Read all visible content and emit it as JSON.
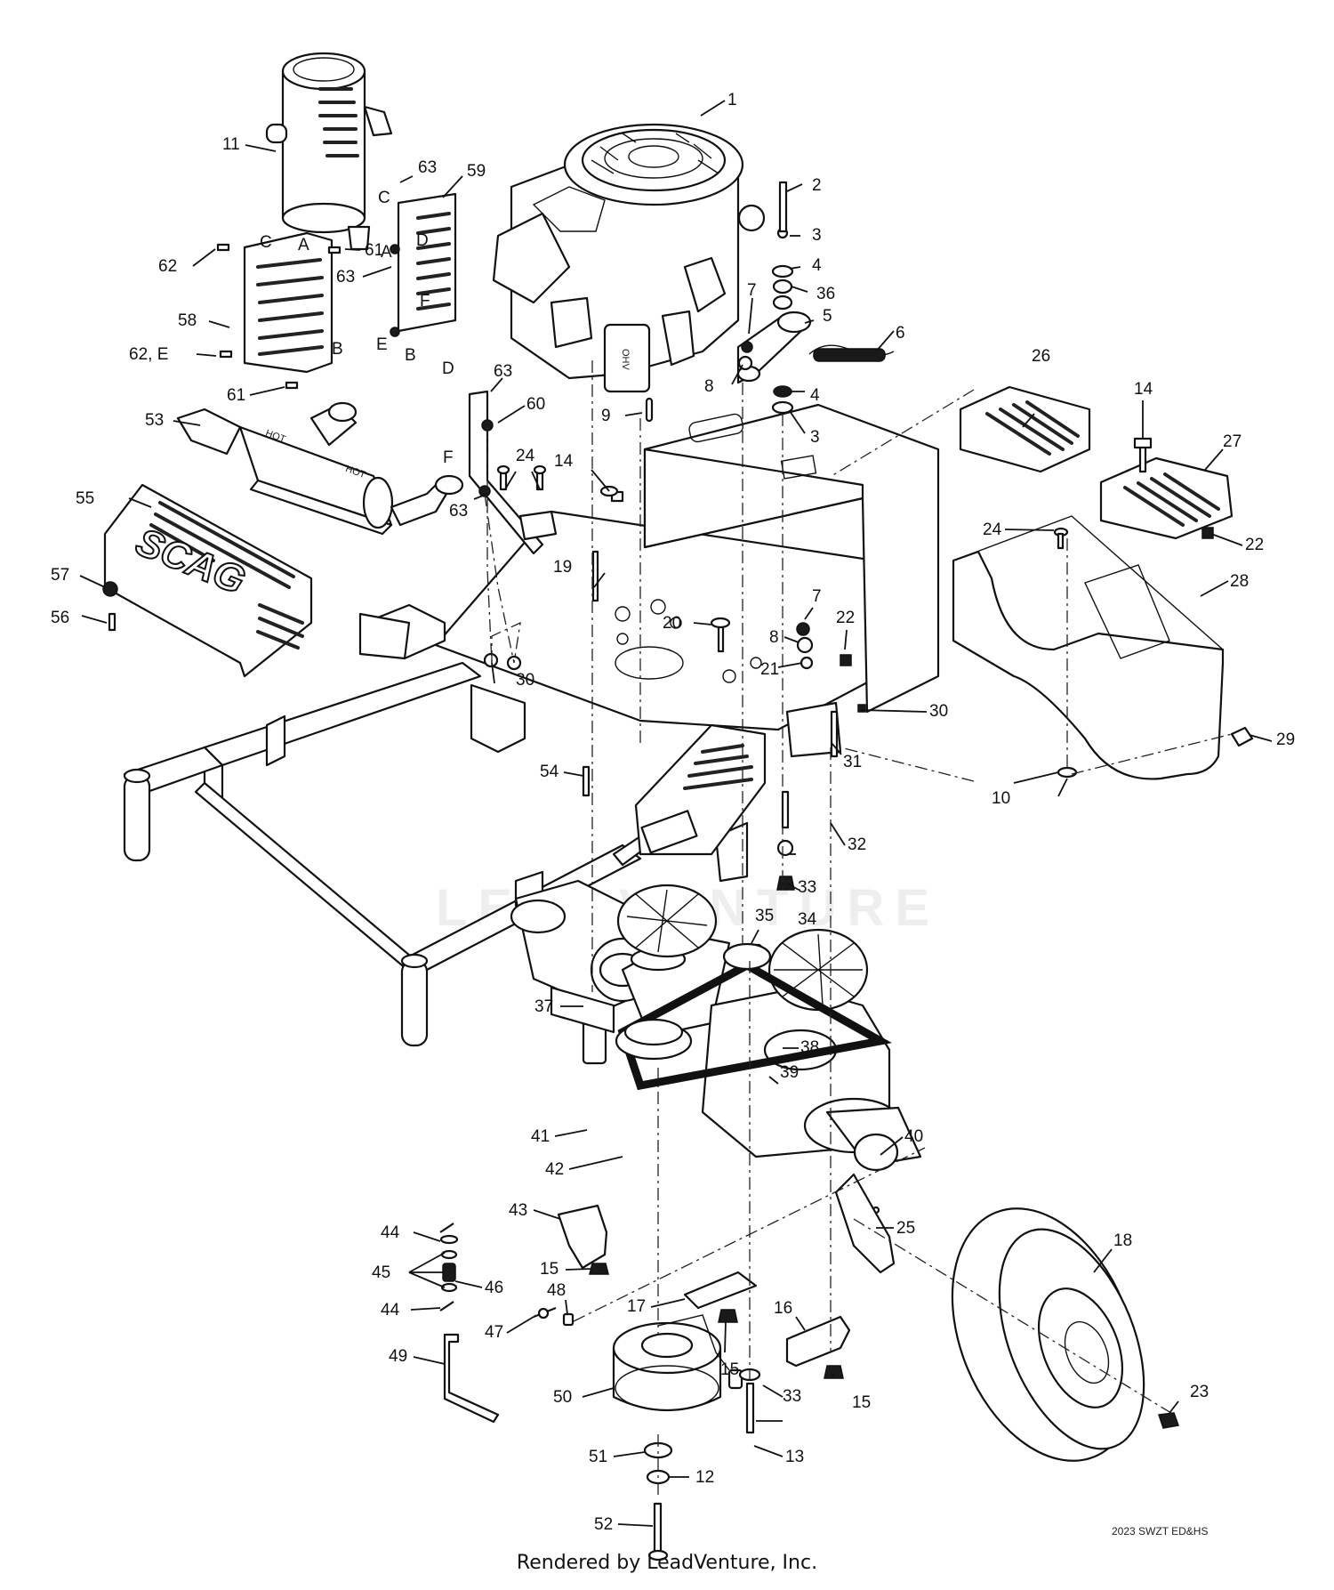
{
  "drawing_code": "2023 SWZT ED&HS",
  "footer_text": "Rendered by LeadVenture, Inc.",
  "watermark_text": "LEADVENTURE",
  "brand_mark": "SCAG",
  "hot_label": "HOT",
  "engine_label": "OHV",
  "callouts": [
    {
      "id": "c1",
      "label": "1"
    },
    {
      "id": "c2",
      "label": "2"
    },
    {
      "id": "c3a",
      "label": "3"
    },
    {
      "id": "c4a",
      "label": "4"
    },
    {
      "id": "c36",
      "label": "36"
    },
    {
      "id": "c5",
      "label": "5"
    },
    {
      "id": "c6",
      "label": "6"
    },
    {
      "id": "c7a",
      "label": "7"
    },
    {
      "id": "c8a",
      "label": "8"
    },
    {
      "id": "c4b",
      "label": "4"
    },
    {
      "id": "c3b",
      "label": "3"
    },
    {
      "id": "c9",
      "label": "9"
    },
    {
      "id": "c11",
      "label": "11"
    },
    {
      "id": "c63a",
      "label": "63"
    },
    {
      "id": "c59",
      "label": "59"
    },
    {
      "id": "c62a",
      "label": "62"
    },
    {
      "id": "c61a",
      "label": "61"
    },
    {
      "id": "c58",
      "label": "58"
    },
    {
      "id": "c63b",
      "label": "63"
    },
    {
      "id": "c62e",
      "label": "62, E"
    },
    {
      "id": "c61b",
      "label": "61"
    },
    {
      "id": "c53",
      "label": "53"
    },
    {
      "id": "c63c",
      "label": "63"
    },
    {
      "id": "c60",
      "label": "60"
    },
    {
      "id": "c24a",
      "label": "24"
    },
    {
      "id": "c63d",
      "label": "63"
    },
    {
      "id": "c14a",
      "label": "14"
    },
    {
      "id": "c55",
      "label": "55"
    },
    {
      "id": "c57",
      "label": "57"
    },
    {
      "id": "c56",
      "label": "56"
    },
    {
      "id": "c19",
      "label": "19"
    },
    {
      "id": "c20",
      "label": "20"
    },
    {
      "id": "c7b",
      "label": "7"
    },
    {
      "id": "c8b",
      "label": "8"
    },
    {
      "id": "c22a",
      "label": "22"
    },
    {
      "id": "c21",
      "label": "21"
    },
    {
      "id": "c30a",
      "label": "30"
    },
    {
      "id": "c26",
      "label": "26"
    },
    {
      "id": "c14b",
      "label": "14"
    },
    {
      "id": "c27",
      "label": "27"
    },
    {
      "id": "c22b",
      "label": "22"
    },
    {
      "id": "c24b",
      "label": "24"
    },
    {
      "id": "c28",
      "label": "28"
    },
    {
      "id": "c29",
      "label": "29"
    },
    {
      "id": "c30b",
      "label": "30"
    },
    {
      "id": "c31",
      "label": "31"
    },
    {
      "id": "c10",
      "label": "10"
    },
    {
      "id": "c54",
      "label": "54"
    },
    {
      "id": "c32",
      "label": "32"
    },
    {
      "id": "c33a",
      "label": "33"
    },
    {
      "id": "c34",
      "label": "34"
    },
    {
      "id": "c35",
      "label": "35"
    },
    {
      "id": "c37",
      "label": "37"
    },
    {
      "id": "c38",
      "label": "38"
    },
    {
      "id": "c39",
      "label": "39"
    },
    {
      "id": "c41",
      "label": "41"
    },
    {
      "id": "c40",
      "label": "40"
    },
    {
      "id": "c42",
      "label": "42"
    },
    {
      "id": "c43",
      "label": "43"
    },
    {
      "id": "c25",
      "label": "25"
    },
    {
      "id": "c18",
      "label": "18"
    },
    {
      "id": "c44a",
      "label": "44"
    },
    {
      "id": "c45",
      "label": "45"
    },
    {
      "id": "c46",
      "label": "46"
    },
    {
      "id": "c15a",
      "label": "15"
    },
    {
      "id": "c48",
      "label": "48"
    },
    {
      "id": "c44b",
      "label": "44"
    },
    {
      "id": "c47",
      "label": "47"
    },
    {
      "id": "c17",
      "label": "17"
    },
    {
      "id": "c16",
      "label": "16"
    },
    {
      "id": "c49",
      "label": "49"
    },
    {
      "id": "c15b",
      "label": "15"
    },
    {
      "id": "c50",
      "label": "50"
    },
    {
      "id": "c33b",
      "label": "33"
    },
    {
      "id": "c15c",
      "label": "15"
    },
    {
      "id": "c23",
      "label": "23"
    },
    {
      "id": "c13",
      "label": "13"
    },
    {
      "id": "c51",
      "label": "51"
    },
    {
      "id": "c12",
      "label": "12"
    },
    {
      "id": "c52",
      "label": "52"
    }
  ],
  "letters": [
    {
      "id": "lC1",
      "label": "C"
    },
    {
      "id": "lA1",
      "label": "A"
    },
    {
      "id": "lC2",
      "label": "C"
    },
    {
      "id": "lA2",
      "label": "A"
    },
    {
      "id": "lD1",
      "label": "D"
    },
    {
      "id": "lF1",
      "label": "F"
    },
    {
      "id": "lE1",
      "label": "E"
    },
    {
      "id": "lB1",
      "label": "B"
    },
    {
      "id": "lB2",
      "label": "B"
    },
    {
      "id": "lD2",
      "label": "D"
    },
    {
      "id": "lF2",
      "label": "F"
    }
  ]
}
